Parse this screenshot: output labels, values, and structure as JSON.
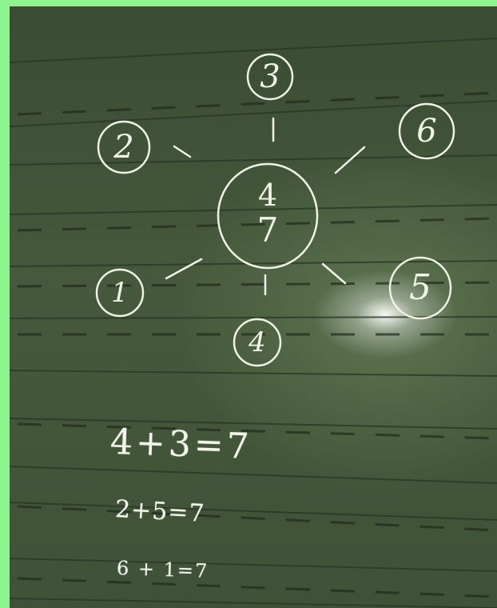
{
  "diagram": {
    "center": {
      "top": "4",
      "bottom": "7"
    },
    "outer_numbers": {
      "top": "3",
      "top_left": "2",
      "top_right": "6",
      "left": "1",
      "bottom": "4",
      "right": "5"
    }
  },
  "equations": [
    "4+3=7",
    "2+5=7",
    "6 + 1=7"
  ]
}
